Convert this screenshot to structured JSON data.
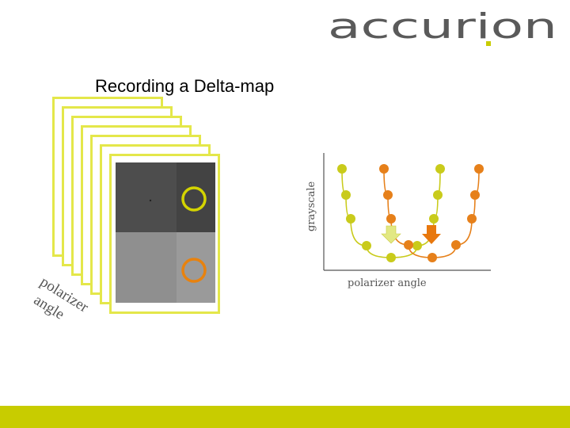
{
  "slide": {
    "title": "Recording a Delta-map",
    "logo_text": "accurion",
    "rotated_label_line1": "polarizer",
    "rotated_label_line2": "angle",
    "y_axis_label": "grayscale",
    "x_axis_label": "polarizer angle"
  },
  "colors": {
    "frame_yellow": "#e4e74a",
    "circle_yellow": "#d4d400",
    "circle_orange": "#e8820e",
    "curve_yellow": "#c9cb1b",
    "curve_orange": "#e6801a",
    "arrow_yellow": "#e2e883",
    "arrow_orange": "#e8780e",
    "footer": "#c8cc00",
    "logo_gray": "#5a5a5a",
    "logo_dot": "#c8cc00"
  },
  "icons": {
    "yellow_arrow": "down-arrow-icon",
    "orange_arrow": "down-arrow-icon"
  }
}
